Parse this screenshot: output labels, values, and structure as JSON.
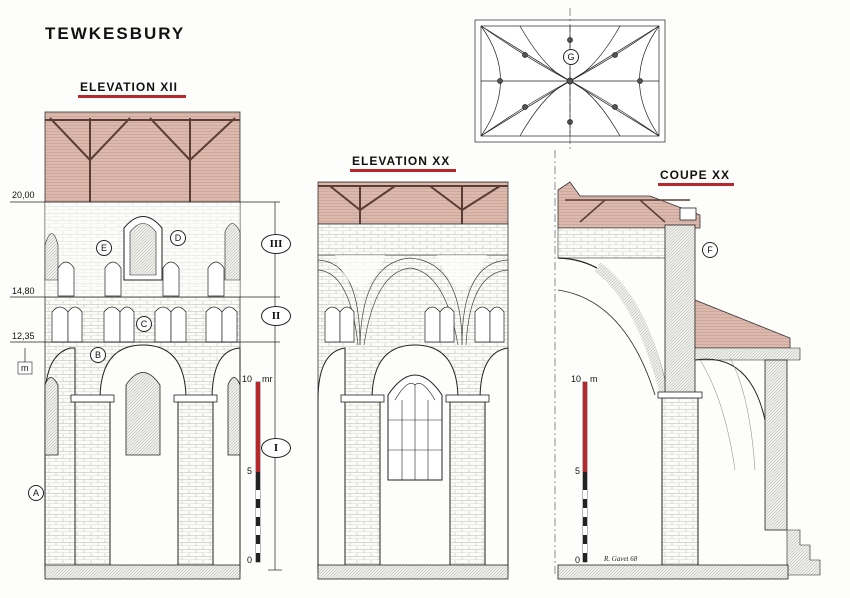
{
  "title": "TEWKESBURY",
  "panels": {
    "elev12": "ELEVATION XII",
    "elev20": "ELEVATION XX",
    "coupe": "COUPE XX"
  },
  "levels": {
    "l1": "20,00",
    "l2": "14,80",
    "l3": "12,35",
    "unit": "m"
  },
  "zones": [
    "III",
    "II",
    "I"
  ],
  "markers": {
    "a": "A",
    "b": "B",
    "c": "C",
    "d": "D",
    "e": "E",
    "f": "F",
    "g": "G"
  },
  "scale_left": {
    "top": "10",
    "unit": "mr",
    "mid": "5",
    "zero": "0"
  },
  "scale_right": {
    "top": "10",
    "unit": "m",
    "mid": "5",
    "zero": "0"
  },
  "signature": "R. Gavet 68",
  "colors": {
    "accent_red": "#b8272c",
    "roof_pink": "#dcb8ad",
    "ink": "#1a1a1a"
  }
}
